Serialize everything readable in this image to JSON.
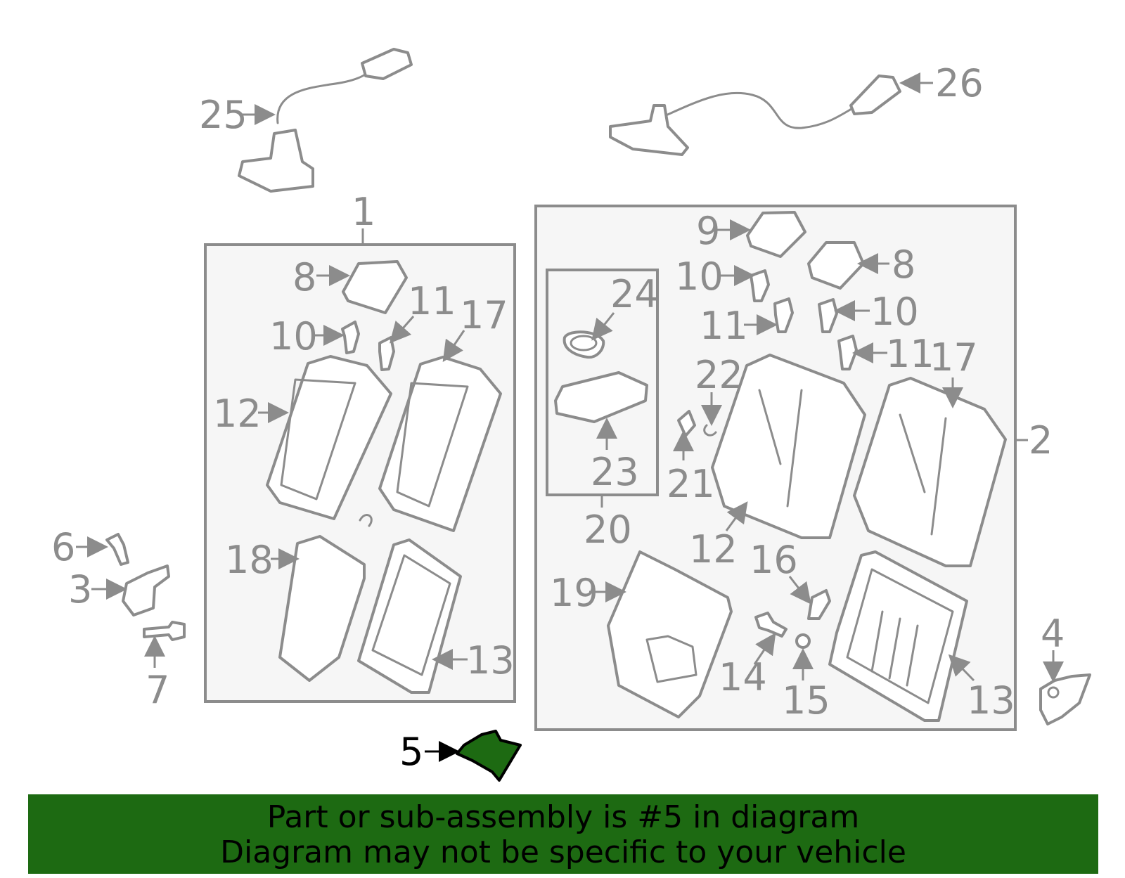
{
  "diagram": {
    "callouts": {
      "c1": "1",
      "c2": "2",
      "c3": "3",
      "c4": "4",
      "c5": "5",
      "c6": "6",
      "c7": "7",
      "c8a": "8",
      "c8b": "8",
      "c9": "9",
      "c10a": "10",
      "c10b": "10",
      "c10c": "10",
      "c11a": "11",
      "c11b": "11",
      "c11c": "11",
      "c12a": "12",
      "c12b": "12",
      "c13a": "13",
      "c13b": "13",
      "c14": "14",
      "c15": "15",
      "c16": "16",
      "c17a": "17",
      "c17b": "17",
      "c18": "18",
      "c19": "19",
      "c20": "20",
      "c21": "21",
      "c22": "22",
      "c23": "23",
      "c24": "24",
      "c25": "25",
      "c26": "26"
    },
    "highlight_part": "5",
    "colors": {
      "line": "#8c8c8c",
      "highlight": "#1d6a12",
      "banner": "#1d6a12",
      "box_fill": "#f6f6f6"
    }
  },
  "banner": {
    "line1": "Part or sub-assembly is #5 in diagram",
    "line2": "Diagram may not be specific to your vehicle"
  }
}
